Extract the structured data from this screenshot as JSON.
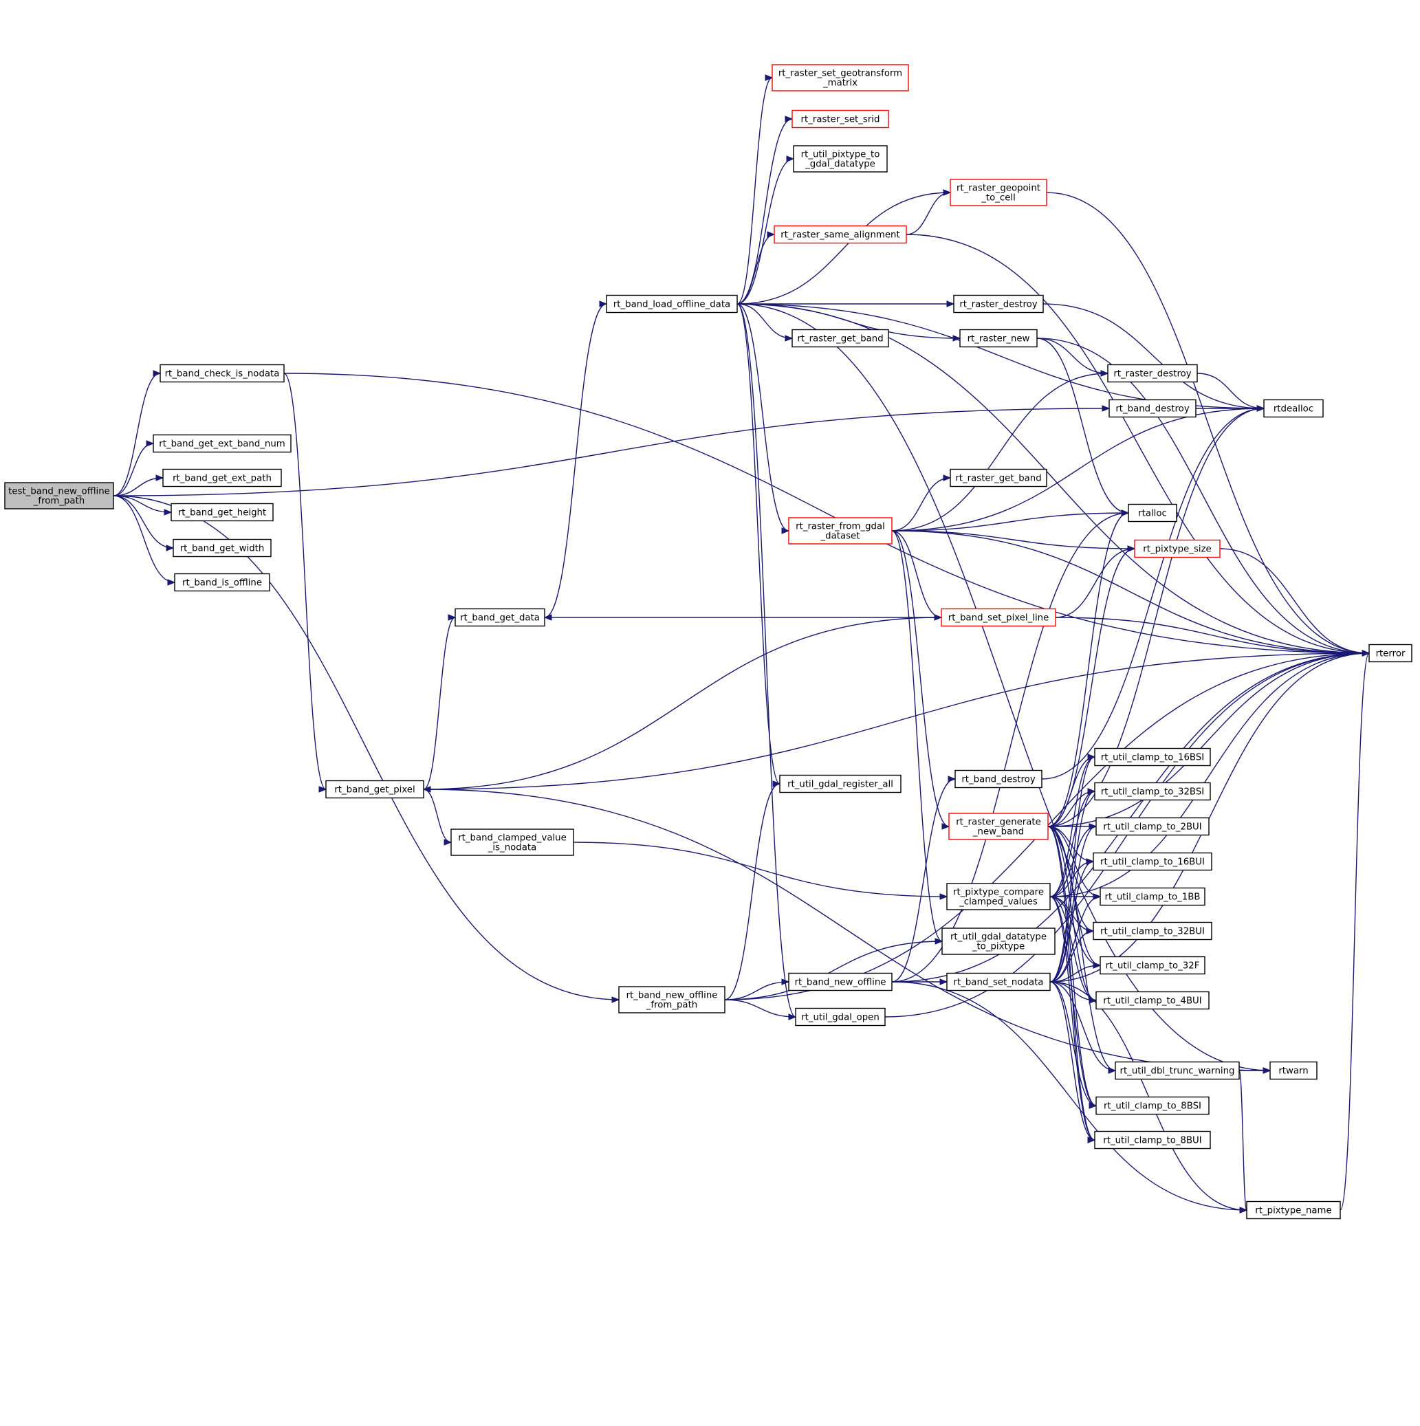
{
  "diagram": {
    "kind": "call graph",
    "colors": {
      "edge": "#191970",
      "root_fill": "#bfbfbf",
      "node_fill": "#ffffff",
      "node_border": "#000000",
      "truncated_node_border": "#ff0000"
    },
    "nodes": [
      {
        "id": "test_band_new_offline_from_path",
        "lines": [
          "test_band_new_offline",
          "_from_path"
        ],
        "style": "root"
      },
      {
        "id": "rt_band_check_is_nodata",
        "lines": [
          "rt_band_check_is_nodata"
        ]
      },
      {
        "id": "rt_band_get_ext_band_num",
        "lines": [
          "rt_band_get_ext_band_num"
        ]
      },
      {
        "id": "rt_band_get_ext_path",
        "lines": [
          "rt_band_get_ext_path"
        ]
      },
      {
        "id": "rt_band_get_height",
        "lines": [
          "rt_band_get_height"
        ]
      },
      {
        "id": "rt_band_get_width",
        "lines": [
          "rt_band_get_width"
        ]
      },
      {
        "id": "rt_band_is_offline",
        "lines": [
          "rt_band_is_offline"
        ]
      },
      {
        "id": "rt_band_get_pixel",
        "lines": [
          "rt_band_get_pixel"
        ]
      },
      {
        "id": "rt_band_get_data",
        "lines": [
          "rt_band_get_data"
        ]
      },
      {
        "id": "rt_band_clamped_value_is_nodata",
        "lines": [
          "rt_band_clamped_value",
          "_is_nodata"
        ]
      },
      {
        "id": "rt_band_new_offline_from_path",
        "lines": [
          "rt_band_new_offline",
          "_from_path"
        ]
      },
      {
        "id": "rt_band_load_offline_data",
        "lines": [
          "rt_band_load_offline_data"
        ]
      },
      {
        "id": "rt_raster_set_geotransform_matrix",
        "lines": [
          "rt_raster_set_geotransform",
          "_matrix"
        ],
        "style": "truncated"
      },
      {
        "id": "rt_raster_set_srid",
        "lines": [
          "rt_raster_set_srid"
        ],
        "style": "truncated"
      },
      {
        "id": "rt_util_pixtype_to_gdal_datatype",
        "lines": [
          "rt_util_pixtype_to",
          "_gdal_datatype"
        ]
      },
      {
        "id": "rt_raster_same_alignment",
        "lines": [
          "rt_raster_same_alignment"
        ],
        "style": "truncated"
      },
      {
        "id": "rt_raster_geopoint_to_cell",
        "lines": [
          "rt_raster_geopoint",
          "_to_cell"
        ],
        "style": "truncated"
      },
      {
        "id": "rt_raster_get_band_a",
        "lines": [
          "rt_raster_get_band"
        ]
      },
      {
        "id": "rt_raster_destroy_a",
        "lines": [
          "rt_raster_destroy"
        ]
      },
      {
        "id": "rt_raster_new",
        "lines": [
          "rt_raster_new"
        ]
      },
      {
        "id": "rt_raster_destroy_b",
        "lines": [
          "rt_raster_destroy"
        ]
      },
      {
        "id": "rt_band_destroy_a",
        "lines": [
          "rt_band_destroy"
        ]
      },
      {
        "id": "rt_raster_get_band_b",
        "lines": [
          "rt_raster_get_band"
        ]
      },
      {
        "id": "rt_raster_from_gdal_dataset",
        "lines": [
          "rt_raster_from_gdal",
          "_dataset"
        ],
        "style": "truncated"
      },
      {
        "id": "rt_band_set_pixel_line",
        "lines": [
          "rt_band_set_pixel_line"
        ],
        "style": "truncated"
      },
      {
        "id": "rt_util_gdal_register_all",
        "lines": [
          "rt_util_gdal_register_all"
        ]
      },
      {
        "id": "rt_band_destroy_b",
        "lines": [
          "rt_band_destroy"
        ]
      },
      {
        "id": "rt_raster_generate_new_band",
        "lines": [
          "rt_raster_generate",
          "_new_band"
        ],
        "style": "truncated"
      },
      {
        "id": "rt_pixtype_compare_clamped_values",
        "lines": [
          "rt_pixtype_compare",
          "_clamped_values"
        ]
      },
      {
        "id": "rt_util_gdal_datatype_to_pixtype",
        "lines": [
          "rt_util_gdal_datatype",
          "_to_pixtype"
        ]
      },
      {
        "id": "rt_band_new_offline",
        "lines": [
          "rt_band_new_offline"
        ]
      },
      {
        "id": "rt_band_set_nodata",
        "lines": [
          "rt_band_set_nodata"
        ]
      },
      {
        "id": "rt_util_gdal_open",
        "lines": [
          "rt_util_gdal_open"
        ]
      },
      {
        "id": "rtdealloc",
        "lines": [
          "rtdealloc"
        ]
      },
      {
        "id": "rtalloc",
        "lines": [
          "rtalloc"
        ]
      },
      {
        "id": "rt_pixtype_size",
        "lines": [
          "rt_pixtype_size"
        ],
        "style": "truncated"
      },
      {
        "id": "rterror",
        "lines": [
          "rterror"
        ]
      },
      {
        "id": "rt_util_clamp_to_16BSI",
        "lines": [
          "rt_util_clamp_to_16BSI"
        ]
      },
      {
        "id": "rt_util_clamp_to_32BSI",
        "lines": [
          "rt_util_clamp_to_32BSI"
        ]
      },
      {
        "id": "rt_util_clamp_to_2BUI",
        "lines": [
          "rt_util_clamp_to_2BUI"
        ]
      },
      {
        "id": "rt_util_clamp_to_16BUI",
        "lines": [
          "rt_util_clamp_to_16BUI"
        ]
      },
      {
        "id": "rt_util_clamp_to_1BB",
        "lines": [
          "rt_util_clamp_to_1BB"
        ]
      },
      {
        "id": "rt_util_clamp_to_32BUI",
        "lines": [
          "rt_util_clamp_to_32BUI"
        ]
      },
      {
        "id": "rt_util_clamp_to_32F",
        "lines": [
          "rt_util_clamp_to_32F"
        ]
      },
      {
        "id": "rt_util_clamp_to_4BUI",
        "lines": [
          "rt_util_clamp_to_4BUI"
        ]
      },
      {
        "id": "rt_util_dbl_trunc_warning",
        "lines": [
          "rt_util_dbl_trunc_warning"
        ]
      },
      {
        "id": "rtwarn",
        "lines": [
          "rtwarn"
        ]
      },
      {
        "id": "rt_util_clamp_to_8BSI",
        "lines": [
          "rt_util_clamp_to_8BSI"
        ]
      },
      {
        "id": "rt_util_clamp_to_8BUI",
        "lines": [
          "rt_util_clamp_to_8BUI"
        ]
      },
      {
        "id": "rt_pixtype_name",
        "lines": [
          "rt_pixtype_name"
        ]
      }
    ],
    "edges": [
      [
        "test_band_new_offline_from_path",
        "rt_band_check_is_nodata"
      ],
      [
        "test_band_new_offline_from_path",
        "rt_band_destroy_a"
      ],
      [
        "test_band_new_offline_from_path",
        "rt_band_get_ext_band_num"
      ],
      [
        "test_band_new_offline_from_path",
        "rt_band_get_ext_path"
      ],
      [
        "test_band_new_offline_from_path",
        "rt_band_get_height"
      ],
      [
        "test_band_new_offline_from_path",
        "rt_band_get_width"
      ],
      [
        "test_band_new_offline_from_path",
        "rt_band_is_offline"
      ],
      [
        "test_band_new_offline_from_path",
        "rt_band_new_offline_from_path"
      ],
      [
        "rt_band_check_is_nodata",
        "rterror"
      ],
      [
        "rt_band_check_is_nodata",
        "rt_band_get_pixel"
      ],
      [
        "rt_band_get_pixel",
        "rt_band_get_data"
      ],
      [
        "rt_band_get_pixel",
        "rt_band_clamped_value_is_nodata"
      ],
      [
        "rt_band_get_pixel",
        "rtwarn"
      ],
      [
        "rt_band_get_pixel",
        "rterror"
      ],
      [
        "rt_band_get_data",
        "rt_band_load_offline_data"
      ],
      [
        "rt_band_clamped_value_is_nodata",
        "rt_pixtype_compare_clamped_values"
      ],
      [
        "rt_band_load_offline_data",
        "rt_raster_set_geotransform_matrix"
      ],
      [
        "rt_band_load_offline_data",
        "rt_raster_set_srid"
      ],
      [
        "rt_band_load_offline_data",
        "rt_util_pixtype_to_gdal_datatype"
      ],
      [
        "rt_band_load_offline_data",
        "rt_raster_geopoint_to_cell"
      ],
      [
        "rt_band_load_offline_data",
        "rt_raster_same_alignment"
      ],
      [
        "rt_band_load_offline_data",
        "rt_raster_destroy_a"
      ],
      [
        "rt_band_load_offline_data",
        "rt_raster_get_band_a"
      ],
      [
        "rt_band_load_offline_data",
        "rt_raster_new"
      ],
      [
        "rt_band_load_offline_data",
        "rtdealloc"
      ],
      [
        "rt_band_load_offline_data",
        "rterror"
      ],
      [
        "rt_band_load_offline_data",
        "rt_raster_from_gdal_dataset"
      ],
      [
        "rt_band_load_offline_data",
        "rt_util_gdal_register_all"
      ],
      [
        "rt_band_load_offline_data",
        "rt_util_gdal_open"
      ],
      [
        "rt_band_load_offline_data",
        "rtwarn"
      ],
      [
        "rt_raster_same_alignment",
        "rt_raster_geopoint_to_cell"
      ],
      [
        "rt_raster_same_alignment",
        "rterror"
      ],
      [
        "rt_raster_geopoint_to_cell",
        "rterror"
      ],
      [
        "rt_raster_destroy_a",
        "rtdealloc"
      ],
      [
        "rt_raster_new",
        "rt_raster_destroy_b"
      ],
      [
        "rt_raster_new",
        "rtalloc"
      ],
      [
        "rt_raster_new",
        "rterror"
      ],
      [
        "rt_raster_destroy_b",
        "rtdealloc"
      ],
      [
        "rt_band_destroy_a",
        "rtdealloc"
      ],
      [
        "rt_raster_from_gdal_dataset",
        "rt_raster_destroy_b"
      ],
      [
        "rt_raster_from_gdal_dataset",
        "rtdealloc"
      ],
      [
        "rt_raster_from_gdal_dataset",
        "rt_raster_get_band_b"
      ],
      [
        "rt_raster_from_gdal_dataset",
        "rtalloc"
      ],
      [
        "rt_raster_from_gdal_dataset",
        "rt_pixtype_size"
      ],
      [
        "rt_raster_from_gdal_dataset",
        "rterror"
      ],
      [
        "rt_raster_from_gdal_dataset",
        "rt_band_set_pixel_line"
      ],
      [
        "rt_raster_from_gdal_dataset",
        "rt_raster_generate_new_band"
      ],
      [
        "rt_raster_from_gdal_dataset",
        "rt_util_gdal_datatype_to_pixtype"
      ],
      [
        "rt_band_set_pixel_line",
        "rt_band_get_data"
      ],
      [
        "rt_band_set_pixel_line",
        "rt_band_get_pixel"
      ],
      [
        "rt_band_set_pixel_line",
        "rt_pixtype_size"
      ],
      [
        "rt_band_set_pixel_line",
        "rterror"
      ],
      [
        "rt_band_new_offline_from_path",
        "rt_util_gdal_register_all"
      ],
      [
        "rt_band_new_offline_from_path",
        "rt_util_gdal_datatype_to_pixtype"
      ],
      [
        "rt_band_new_offline_from_path",
        "rt_band_new_offline"
      ],
      [
        "rt_band_new_offline_from_path",
        "rt_util_gdal_open"
      ],
      [
        "rt_band_new_offline_from_path",
        "rterror"
      ],
      [
        "rt_band_new_offline",
        "rt_band_destroy_b"
      ],
      [
        "rt_band_new_offline",
        "rtalloc"
      ],
      [
        "rt_band_new_offline",
        "rt_band_set_nodata"
      ],
      [
        "rt_band_new_offline",
        "rterror"
      ],
      [
        "rt_band_new_offline",
        "rt_pixtype_name"
      ],
      [
        "rt_band_destroy_b",
        "rtdealloc"
      ],
      [
        "rt_raster_generate_new_band",
        "rtalloc"
      ],
      [
        "rt_raster_generate_new_band",
        "rtdealloc"
      ],
      [
        "rt_raster_generate_new_band",
        "rt_pixtype_size"
      ],
      [
        "rt_raster_generate_new_band",
        "rterror"
      ],
      [
        "rt_raster_generate_new_band",
        "rt_util_clamp_to_16BSI"
      ],
      [
        "rt_raster_generate_new_band",
        "rt_util_clamp_to_32BSI"
      ],
      [
        "rt_raster_generate_new_band",
        "rt_util_clamp_to_2BUI"
      ],
      [
        "rt_raster_generate_new_band",
        "rt_util_clamp_to_16BUI"
      ],
      [
        "rt_raster_generate_new_band",
        "rt_util_clamp_to_1BB"
      ],
      [
        "rt_raster_generate_new_band",
        "rt_util_clamp_to_32BUI"
      ],
      [
        "rt_raster_generate_new_band",
        "rt_util_clamp_to_32F"
      ],
      [
        "rt_raster_generate_new_band",
        "rt_util_clamp_to_4BUI"
      ],
      [
        "rt_raster_generate_new_band",
        "rt_util_dbl_trunc_warning"
      ],
      [
        "rt_raster_generate_new_band",
        "rt_util_clamp_to_8BSI"
      ],
      [
        "rt_raster_generate_new_band",
        "rt_util_clamp_to_8BUI"
      ],
      [
        "rt_pixtype_compare_clamped_values",
        "rt_util_clamp_to_16BSI"
      ],
      [
        "rt_pixtype_compare_clamped_values",
        "rt_util_clamp_to_32BSI"
      ],
      [
        "rt_pixtype_compare_clamped_values",
        "rt_util_clamp_to_2BUI"
      ],
      [
        "rt_pixtype_compare_clamped_values",
        "rt_util_clamp_to_16BUI"
      ],
      [
        "rt_pixtype_compare_clamped_values",
        "rt_util_clamp_to_1BB"
      ],
      [
        "rt_pixtype_compare_clamped_values",
        "rt_util_clamp_to_32BUI"
      ],
      [
        "rt_pixtype_compare_clamped_values",
        "rt_util_clamp_to_32F"
      ],
      [
        "rt_pixtype_compare_clamped_values",
        "rt_util_clamp_to_4BUI"
      ],
      [
        "rt_pixtype_compare_clamped_values",
        "rt_util_clamp_to_8BSI"
      ],
      [
        "rt_pixtype_compare_clamped_values",
        "rt_util_clamp_to_8BUI"
      ],
      [
        "rt_pixtype_compare_clamped_values",
        "rterror"
      ],
      [
        "rt_band_set_nodata",
        "rt_util_clamp_to_16BSI"
      ],
      [
        "rt_band_set_nodata",
        "rt_util_clamp_to_32BSI"
      ],
      [
        "rt_band_set_nodata",
        "rt_util_clamp_to_2BUI"
      ],
      [
        "rt_band_set_nodata",
        "rt_util_clamp_to_16BUI"
      ],
      [
        "rt_band_set_nodata",
        "rt_util_clamp_to_1BB"
      ],
      [
        "rt_band_set_nodata",
        "rt_util_clamp_to_32BUI"
      ],
      [
        "rt_band_set_nodata",
        "rt_util_clamp_to_32F"
      ],
      [
        "rt_band_set_nodata",
        "rt_util_clamp_to_4BUI"
      ],
      [
        "rt_band_set_nodata",
        "rt_util_dbl_trunc_warning"
      ],
      [
        "rt_band_set_nodata",
        "rt_util_clamp_to_8BSI"
      ],
      [
        "rt_band_set_nodata",
        "rt_util_clamp_to_8BUI"
      ],
      [
        "rt_band_set_nodata",
        "rt_pixtype_name"
      ],
      [
        "rt_band_set_nodata",
        "rterror"
      ],
      [
        "rt_util_gdal_open",
        "rterror"
      ],
      [
        "rt_pixtype_size",
        "rterror"
      ],
      [
        "rt_util_dbl_trunc_warning",
        "rtwarn"
      ],
      [
        "rt_util_dbl_trunc_warning",
        "rt_pixtype_name"
      ],
      [
        "rt_pixtype_name",
        "rterror"
      ]
    ]
  }
}
